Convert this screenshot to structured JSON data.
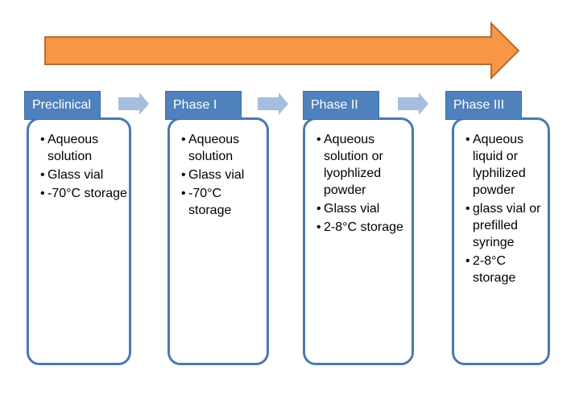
{
  "stages": [
    {
      "label": "Preclinical",
      "items": [
        "Aqueous solution",
        "Glass vial",
        "-70°C storage"
      ]
    },
    {
      "label": "Phase I",
      "items": [
        "Aqueous solution",
        "Glass vial",
        "-70°C storage"
      ]
    },
    {
      "label": "Phase II",
      "items": [
        "Aqueous solution or lyophlized powder",
        "Glass vial",
        "2-8°C storage"
      ]
    },
    {
      "label": "Phase III",
      "items": [
        "Aqueous liquid or lyphilized powder",
        "glass vial or prefilled syringe",
        "2-8°C storage"
      ]
    }
  ],
  "bullet": "•",
  "colors": {
    "big_arrow_fill": "#f79646",
    "big_arrow_stroke": "#b66d31",
    "label_fill": "#4f81bd",
    "box_border": "#4a78b2",
    "small_arrow_fill": "#a6bedd"
  }
}
